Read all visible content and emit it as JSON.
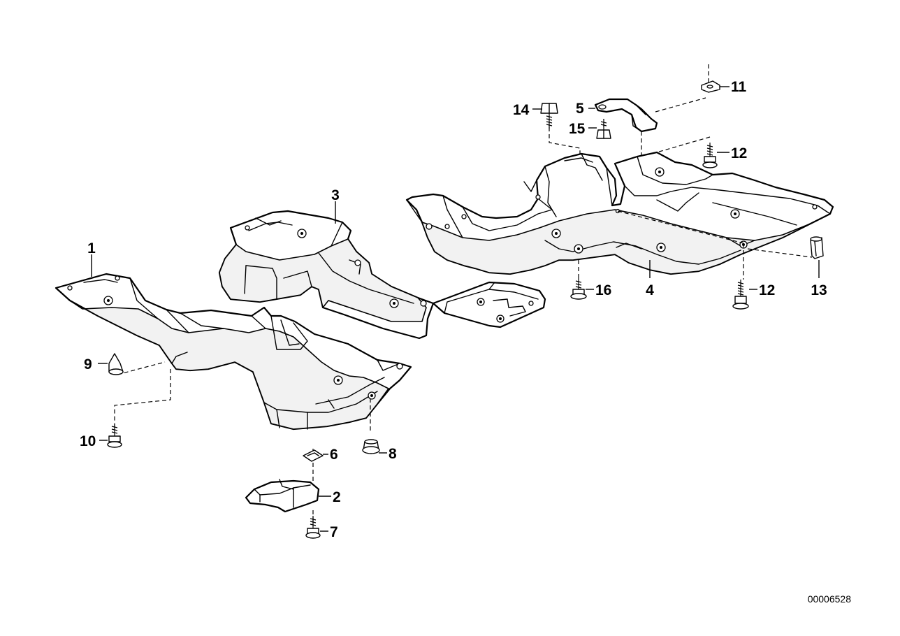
{
  "diagram": {
    "callouts": [
      {
        "id": "1",
        "label": "1"
      },
      {
        "id": "2",
        "label": "2"
      },
      {
        "id": "3",
        "label": "3"
      },
      {
        "id": "4",
        "label": "4"
      },
      {
        "id": "5",
        "label": "5"
      },
      {
        "id": "6",
        "label": "6"
      },
      {
        "id": "7",
        "label": "7"
      },
      {
        "id": "8",
        "label": "8"
      },
      {
        "id": "9",
        "label": "9"
      },
      {
        "id": "10",
        "label": "10"
      },
      {
        "id": "11",
        "label": "11"
      },
      {
        "id": "12a",
        "label": "12"
      },
      {
        "id": "12b",
        "label": "12"
      },
      {
        "id": "13",
        "label": "13"
      },
      {
        "id": "14",
        "label": "14"
      },
      {
        "id": "15",
        "label": "15"
      },
      {
        "id": "16",
        "label": "16"
      }
    ],
    "document_number": "00006528"
  }
}
